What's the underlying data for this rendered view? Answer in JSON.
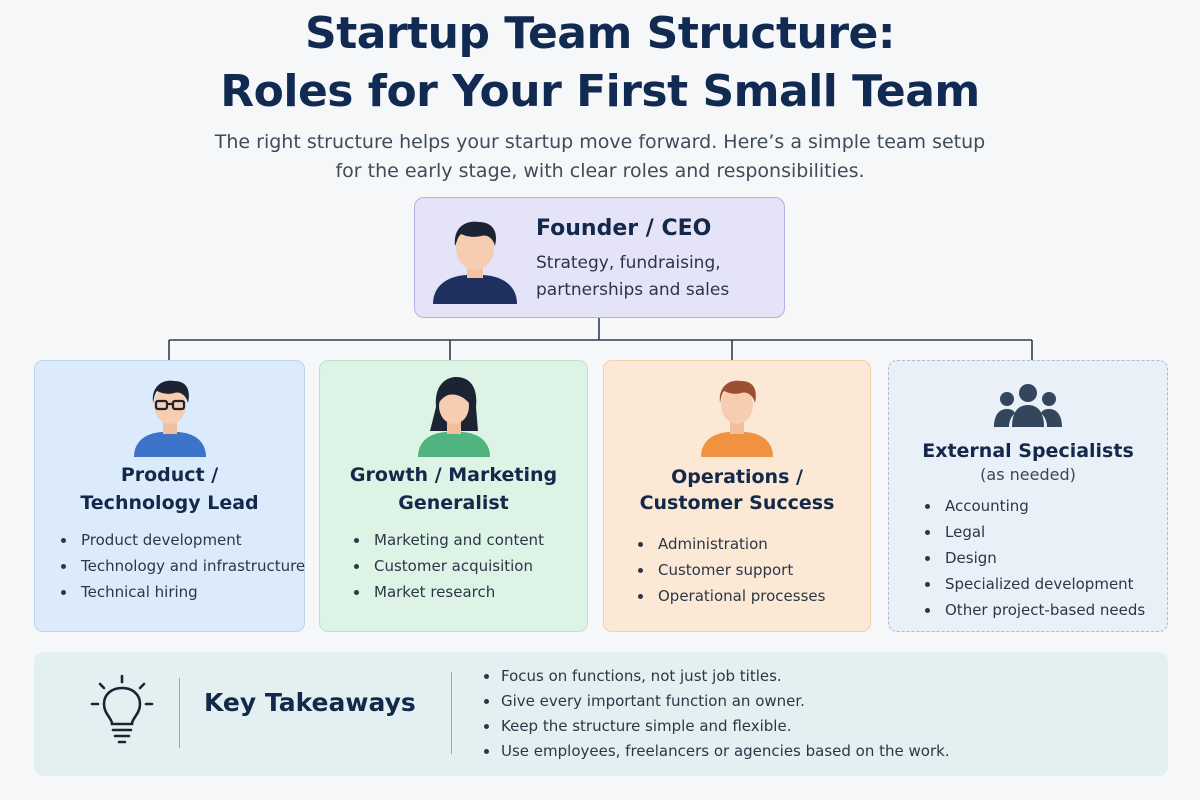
{
  "title_line1": "Startup Team Structure:",
  "title_line2": "Roles for Your First Small Team",
  "subtitle_line1": "The right structure helps your startup move forward. Here’s a simple team setup",
  "subtitle_line2": "for the early stage, with clear roles and responsibilities.",
  "ceo": {
    "name": "Founder / CEO",
    "desc": "Strategy, fundraising, partnerships and sales",
    "icon": "person-avatar-icon"
  },
  "roles": [
    {
      "title_line1": "Product /",
      "title_line2": "Technology Lead",
      "icon": "person-with-glasses-icon",
      "color": "#dcebfb",
      "items": [
        "Product development",
        "Technology and infrastructure",
        "Technical hiring"
      ]
    },
    {
      "title_line1": "Growth / Marketing",
      "title_line2": "Generalist",
      "icon": "woman-avatar-icon",
      "color": "#dcf3e6",
      "items": [
        "Marketing and content",
        "Customer acquisition",
        "Market research"
      ]
    },
    {
      "title_line1": "Operations /",
      "title_line2": "Customer Success",
      "icon": "person-avatar-icon",
      "color": "#fbe9d6",
      "items": [
        "Administration",
        "Customer support",
        "Operational processes"
      ]
    },
    {
      "title_line1": "External Specialists",
      "note": "(as needed)",
      "icon": "group-icon",
      "color": "#eaf0f7",
      "items": [
        "Accounting",
        "Legal",
        "Design",
        "Specialized development",
        "Other project-based needs"
      ]
    }
  ],
  "takeaways": {
    "title": "Key Takeaways",
    "icon": "lightbulb-icon",
    "items": [
      "Focus on functions, not just job titles.",
      "Give every important function an owner.",
      "Keep the structure simple and flexible.",
      "Use employees, freelancers or agencies based on the work."
    ]
  }
}
